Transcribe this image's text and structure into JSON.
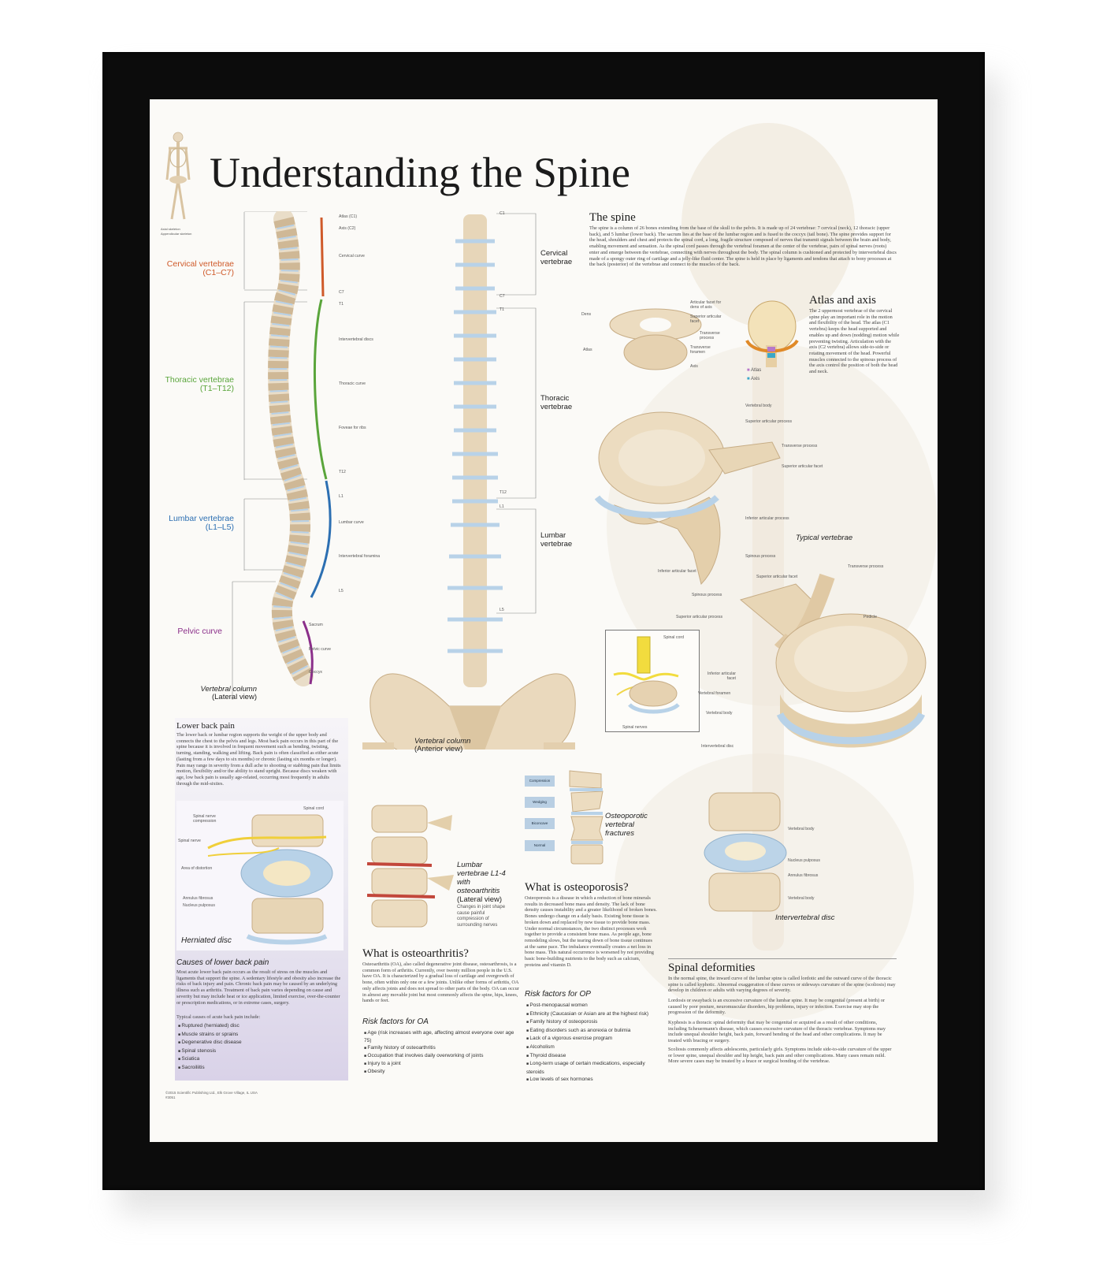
{
  "poster": {
    "title": "Understanding the Spine",
    "legend": [
      "Axial skeleton",
      "Appendicular skeleton"
    ],
    "regions": {
      "cervical": {
        "name": "Cervical vertebrae",
        "range": "(C1–C7)",
        "color": "#cf5a2a"
      },
      "thoracic": {
        "name": "Thoracic vertebrae",
        "range": "(T1–T12)",
        "color": "#5aa53b"
      },
      "lumbar": {
        "name": "Lumbar vertebrae",
        "range": "(L1–L5)",
        "color": "#2c6fb2"
      },
      "pelvic": {
        "name": "Pelvic curve",
        "color": "#8b2f8a"
      }
    },
    "lateral_labels": [
      "Atlas (C1)",
      "Axis (C2)",
      "Cervical curve",
      "C7",
      "T1",
      "Intervertebral discs",
      "Thoracic curve",
      "Foveae for ribs",
      "T12",
      "L1",
      "Lumbar curve",
      "Intervertebral foramina",
      "L5",
      "Sacrum",
      "Pelvic curve",
      "Coccyx"
    ],
    "lateral_caption": {
      "title": "Vertebral column",
      "sub": "(Lateral view)"
    },
    "anterior_marks": [
      "C1",
      "C7",
      "T1",
      "T12",
      "L1",
      "L5"
    ],
    "anterior_regions": [
      "Cervical vertebrae",
      "Thoracic vertebrae",
      "Lumbar vertebrae"
    ],
    "anterior_caption": {
      "title": "Vertebral column",
      "sub": "(Anterior view)"
    },
    "spine_section": {
      "title": "The spine",
      "text": "The spine is a column of 26 bones extending from the base of the skull to the pelvis. It is made up of 24 vertebrae: 7 cervical (neck), 12 thoracic (upper back), and 5 lumbar (lower back). The sacrum lies at the base of the lumbar region and is fused to the coccyx (tail bone). The spine provides support for the head, shoulders and chest and protects the spinal cord, a long, fragile structure composed of nerves that transmit signals between the brain and body, enabling movement and sensation. As the spinal cord passes through the vertebral foramen at the center of the vertebrae, pairs of spinal nerves (roots) enter and emerge between the vertebrae, connecting with nerves throughout the body. The spinal column is cushioned and protected by intervertebral discs made of a spongy outer ring of cartilage and a jelly-like fluid center. The spine is held in place by ligaments and tendons that attach to bony processes at the back (posterior) of the vertebrae and connect to the muscles of the back."
    },
    "atlas_axis": {
      "title": "Atlas and axis",
      "text": "The 2 uppermost vertebrae of the cervical spine play an important role in the motion and flexibility of the head. The atlas (C1 vertebra) keeps the head supported and enables up and down (nodding) motion while preventing twisting. Articulation with the axis (C2 vertebra) allows side-to-side or rotating movement of the head. Powerful muscles connected to the spinous process of the axis control the position of both the head and neck.",
      "labels": [
        "Dens",
        "Atlas",
        "Articular facet for dens of axis",
        "Superior articular facet",
        "Transverse process",
        "Transverse foramen",
        "Axis"
      ],
      "key": [
        "Atlas",
        "Axis"
      ]
    },
    "typical_vertebra": {
      "caption": "Typical vertebrae",
      "labels": [
        "Vertebral body",
        "Superior articular process",
        "Transverse process",
        "Superior articular facet",
        "Inferior articular process",
        "Spinous process",
        "Inferior articular facet",
        "Superior articular facet",
        "Transverse process",
        "Spinous process",
        "Superior articular process",
        "Pedicle",
        "Spinal cord",
        "Inferior articular facet",
        "Vertebral foramen",
        "Vertebral body",
        "Spinal nerves",
        "Intervertebral disc"
      ]
    },
    "lower_back": {
      "title": "Lower back pain",
      "text": "The lower back or lumbar region supports the weight of the upper body and connects the chest to the pelvis and legs. Most back pain occurs in this part of the spine because it is involved in frequent movement such as bending, twisting, turning, standing, walking and lifting. Back pain is often classified as either acute (lasting from a few days to six months) or chronic (lasting six months or longer). Pain may range in severity from a dull ache to shooting or stabbing pain that limits motion, flexibility and/or the ability to stand upright. Because discs weaken with age, low back pain is usually age-related, occurring most frequently in adults through the mid-sixties.",
      "disc_labels": [
        "Spinal nerve compression",
        "Spinal cord",
        "Spinal nerve",
        "Area of distortion",
        "Annulus fibrosus",
        "Nucleus pulposus"
      ],
      "disc_caption": "Herniated disc",
      "causes_title": "Causes of lower back pain",
      "causes_text": "Most acute lower back pain occurs as the result of stress on the muscles and ligaments that support the spine. A sedentary lifestyle and obesity also increase the risks of back injury and pain. Chronic back pain may be caused by an underlying illness such as arthritis. Treatment of back pain varies depending on cause and severity but may include heat or ice application, limited exercise, over-the-counter or prescription medications, or in extreme cases, surgery.",
      "causes_intro": "Typical causes of acute back pain include:",
      "causes": [
        "Ruptured (herniated) disc",
        "Muscle strains or sprains",
        "Degenerative disc disease",
        "Spinal stenosis",
        "Sciatica",
        "Sacroiliitis"
      ]
    },
    "oa": {
      "image_caption": "Lumbar vertebrae L1-4 with osteoarthritis",
      "image_sub": "(Lateral view)",
      "image_note": "Changes in joint shape cause painful compression of surrounding nerves",
      "title": "What is osteoarthritis?",
      "text": "Osteoarthritis (OA), also called degenerative joint disease, osteoarthrosis, is a common form of arthritis. Currently, over twenty million people in the U.S. have OA. It is characterized by a gradual loss of cartilage and overgrowth of bone, often within only one or a few joints. Unlike other forms of arthritis, OA only affects joints and does not spread to other parts of the body. OA can occur in almost any movable joint but most commonly affects the spine, hips, knees, hands or feet.",
      "risk_title": "Risk factors for OA",
      "risks": [
        "Age (risk increases with age, affecting almost everyone over age 75)",
        "Family history of osteoarthritis",
        "Occupation that involves daily overworking of joints",
        "Injury to a joint",
        "Obesity"
      ]
    },
    "op": {
      "fracture_types": [
        "Compression",
        "Wedging",
        "Biconcave",
        "Normal"
      ],
      "fracture_caption": "Osteoporotic vertebral fractures",
      "title": "What is osteoporosis?",
      "text": "Osteoporosis is a disease in which a reduction of bone minerals results in decreased bone mass and density. The lack of bone density causes instability and a greater likelihood of broken bones. Bones undergo change on a daily basis. Existing bone tissue is broken down and replaced by new tissue to provide bone mass. Under normal circumstances, the two distinct processes work together to provide a consistent bone mass. As people age, bone remodeling slows, but the tearing down of bone tissue continues at the same pace. The imbalance eventually creates a net loss in bone mass. This natural occurrence is worsened by not providing basic bone-building nutrients to the body such as calcium, proteins and vitamin D.",
      "risk_title": "Risk factors for OP",
      "risks": [
        "Post-menopausal women",
        "Ethnicity (Caucasian or Asian are at the highest risk)",
        "Family history of osteoporosis",
        "Eating disorders such as anorexia or bulimia",
        "Lack of a vigorous exercise program",
        "Alcoholism",
        "Thyroid disease",
        "Long-term usage of certain medications, especially steroids",
        "Low levels of sex hormones"
      ]
    },
    "disc": {
      "labels": [
        "Vertebral body",
        "Nucleus pulposus",
        "Annulus fibrosus",
        "Vertebral body"
      ],
      "caption": "Intervertebral disc"
    },
    "deformities": {
      "title": "Spinal deformities",
      "intro": "In the normal spine, the inward curve of the lumbar spine is called lordotic and the outward curve of the thoracic spine is called kyphotic. Abnormal exaggeration of these curves or sideways curvature of the spine (scoliosis) may develop in children or adults with varying degrees of severity.",
      "lordosis": "Lordosis or swayback is an excessive curvature of the lumbar spine. It may be congenital (present at birth) or caused by poor posture, neuromuscular disorders, hip problems, injury or infection. Exercise may stop the progression of the deformity.",
      "kyphosis": "Kyphosis is a thoracic spinal deformity that may be congenital or acquired as a result of other conditions, including Scheuermann's disease, which causes excessive curvature of the thoracic vertebrae. Symptoms may include unequal shoulder height, back pain, forward bending of the head and other complications. It may be treated with bracing or surgery.",
      "scoliosis": "Scoliosis commonly affects adolescents, particularly girls. Symptoms include side-to-side curvature of the upper or lower spine, unequal shoulder and hip height, back pain and other complications. Many cases remain mild. More severe cases may be treated by a brace or surgical bonding of the vertebrae."
    },
    "copyright": [
      "©2015 Scientific Publishing Ltd., Elk Grove Village, IL USA",
      "#3051"
    ]
  }
}
